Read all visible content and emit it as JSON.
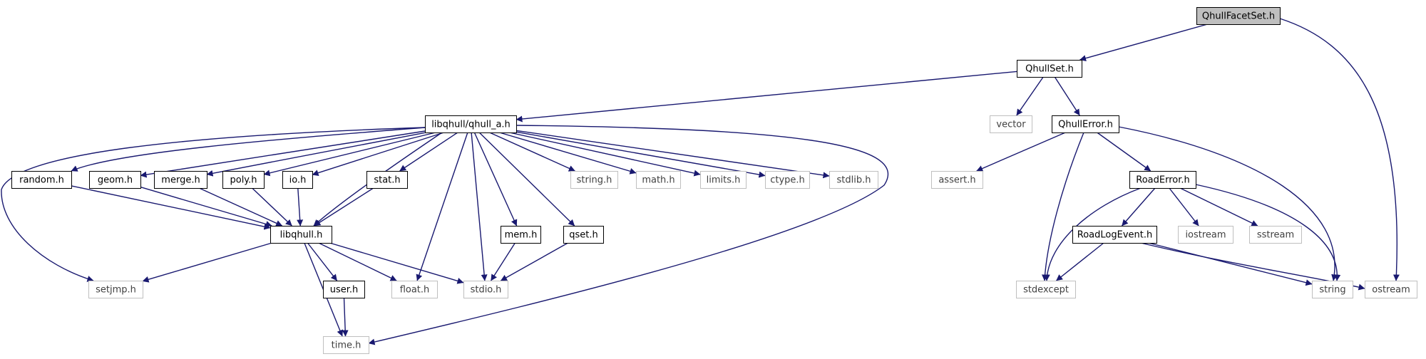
{
  "colors": {
    "edge": "#191970",
    "box_border_solid": "#000000",
    "box_border_missing": "#bfbfbf",
    "root_fill": "#bfbfbf",
    "box_fill": "#ffffff",
    "text_solid": "#000000",
    "text_missing": "#404040"
  },
  "nodes": [
    {
      "id": "QhullFacetSet_h",
      "label": "QhullFacetSet.h",
      "kind": "root"
    },
    {
      "id": "QhullSet_h",
      "label": "QhullSet.h",
      "kind": "documented"
    },
    {
      "id": "libqhull_qhull_a_h",
      "label": "libqhull/qhull_a.h",
      "kind": "documented"
    },
    {
      "id": "vector",
      "label": "vector",
      "kind": "external"
    },
    {
      "id": "QhullError_h",
      "label": "QhullError.h",
      "kind": "documented"
    },
    {
      "id": "ostream",
      "label": "ostream",
      "kind": "external"
    },
    {
      "id": "random_h",
      "label": "random.h",
      "kind": "documented"
    },
    {
      "id": "geom_h",
      "label": "geom.h",
      "kind": "documented"
    },
    {
      "id": "merge_h",
      "label": "merge.h",
      "kind": "documented"
    },
    {
      "id": "poly_h",
      "label": "poly.h",
      "kind": "documented"
    },
    {
      "id": "io_h",
      "label": "io.h",
      "kind": "documented"
    },
    {
      "id": "stat_h",
      "label": "stat.h",
      "kind": "documented"
    },
    {
      "id": "string_h",
      "label": "string.h",
      "kind": "external"
    },
    {
      "id": "math_h",
      "label": "math.h",
      "kind": "external"
    },
    {
      "id": "limits_h",
      "label": "limits.h",
      "kind": "external"
    },
    {
      "id": "ctype_h",
      "label": "ctype.h",
      "kind": "external"
    },
    {
      "id": "stdlib_h",
      "label": "stdlib.h",
      "kind": "external"
    },
    {
      "id": "assert_h",
      "label": "assert.h",
      "kind": "external"
    },
    {
      "id": "RoadError_h",
      "label": "RoadError.h",
      "kind": "documented"
    },
    {
      "id": "libqhull_h",
      "label": "libqhull.h",
      "kind": "documented"
    },
    {
      "id": "mem_h",
      "label": "mem.h",
      "kind": "documented"
    },
    {
      "id": "qset_h",
      "label": "qset.h",
      "kind": "documented"
    },
    {
      "id": "RoadLogEvent_h",
      "label": "RoadLogEvent.h",
      "kind": "documented"
    },
    {
      "id": "iostream",
      "label": "iostream",
      "kind": "external"
    },
    {
      "id": "sstream",
      "label": "sstream",
      "kind": "external"
    },
    {
      "id": "setjmp_h",
      "label": "setjmp.h",
      "kind": "external"
    },
    {
      "id": "user_h",
      "label": "user.h",
      "kind": "documented"
    },
    {
      "id": "float_h",
      "label": "float.h",
      "kind": "external"
    },
    {
      "id": "stdio_h",
      "label": "stdio.h",
      "kind": "external"
    },
    {
      "id": "stdexcept",
      "label": "stdexcept",
      "kind": "external"
    },
    {
      "id": "string",
      "label": "string",
      "kind": "external"
    },
    {
      "id": "time_h",
      "label": "time.h",
      "kind": "external"
    }
  ],
  "edges": [
    {
      "from": "QhullFacetSet_h",
      "to": "QhullSet_h"
    },
    {
      "from": "QhullFacetSet_h",
      "to": "ostream"
    },
    {
      "from": "QhullSet_h",
      "to": "libqhull_qhull_a_h"
    },
    {
      "from": "QhullSet_h",
      "to": "vector"
    },
    {
      "from": "QhullSet_h",
      "to": "QhullError_h"
    },
    {
      "from": "libqhull_qhull_a_h",
      "to": "random_h"
    },
    {
      "from": "libqhull_qhull_a_h",
      "to": "geom_h"
    },
    {
      "from": "libqhull_qhull_a_h",
      "to": "merge_h"
    },
    {
      "from": "libqhull_qhull_a_h",
      "to": "poly_h"
    },
    {
      "from": "libqhull_qhull_a_h",
      "to": "io_h"
    },
    {
      "from": "libqhull_qhull_a_h",
      "to": "stat_h"
    },
    {
      "from": "libqhull_qhull_a_h",
      "to": "libqhull_h"
    },
    {
      "from": "libqhull_qhull_a_h",
      "to": "setjmp_h"
    },
    {
      "from": "libqhull_qhull_a_h",
      "to": "float_h"
    },
    {
      "from": "libqhull_qhull_a_h",
      "to": "stdio_h"
    },
    {
      "from": "libqhull_qhull_a_h",
      "to": "mem_h"
    },
    {
      "from": "libqhull_qhull_a_h",
      "to": "qset_h"
    },
    {
      "from": "libqhull_qhull_a_h",
      "to": "string_h"
    },
    {
      "from": "libqhull_qhull_a_h",
      "to": "math_h"
    },
    {
      "from": "libqhull_qhull_a_h",
      "to": "limits_h"
    },
    {
      "from": "libqhull_qhull_a_h",
      "to": "ctype_h"
    },
    {
      "from": "libqhull_qhull_a_h",
      "to": "stdlib_h"
    },
    {
      "from": "libqhull_qhull_a_h",
      "to": "time_h"
    },
    {
      "from": "random_h",
      "to": "libqhull_h"
    },
    {
      "from": "geom_h",
      "to": "libqhull_h"
    },
    {
      "from": "merge_h",
      "to": "libqhull_h"
    },
    {
      "from": "poly_h",
      "to": "libqhull_h"
    },
    {
      "from": "io_h",
      "to": "libqhull_h"
    },
    {
      "from": "stat_h",
      "to": "libqhull_h"
    },
    {
      "from": "libqhull_h",
      "to": "setjmp_h"
    },
    {
      "from": "libqhull_h",
      "to": "user_h"
    },
    {
      "from": "libqhull_h",
      "to": "float_h"
    },
    {
      "from": "libqhull_h",
      "to": "stdio_h"
    },
    {
      "from": "libqhull_h",
      "to": "time_h"
    },
    {
      "from": "user_h",
      "to": "time_h"
    },
    {
      "from": "mem_h",
      "to": "stdio_h"
    },
    {
      "from": "qset_h",
      "to": "stdio_h"
    },
    {
      "from": "QhullError_h",
      "to": "assert_h"
    },
    {
      "from": "QhullError_h",
      "to": "RoadError_h"
    },
    {
      "from": "QhullError_h",
      "to": "stdexcept"
    },
    {
      "from": "QhullError_h",
      "to": "string"
    },
    {
      "from": "RoadError_h",
      "to": "RoadLogEvent_h"
    },
    {
      "from": "RoadError_h",
      "to": "iostream"
    },
    {
      "from": "RoadError_h",
      "to": "sstream"
    },
    {
      "from": "RoadError_h",
      "to": "stdexcept"
    },
    {
      "from": "RoadError_h",
      "to": "string"
    },
    {
      "from": "RoadLogEvent_h",
      "to": "stdexcept"
    },
    {
      "from": "RoadLogEvent_h",
      "to": "string"
    },
    {
      "from": "RoadLogEvent_h",
      "to": "ostream"
    }
  ]
}
